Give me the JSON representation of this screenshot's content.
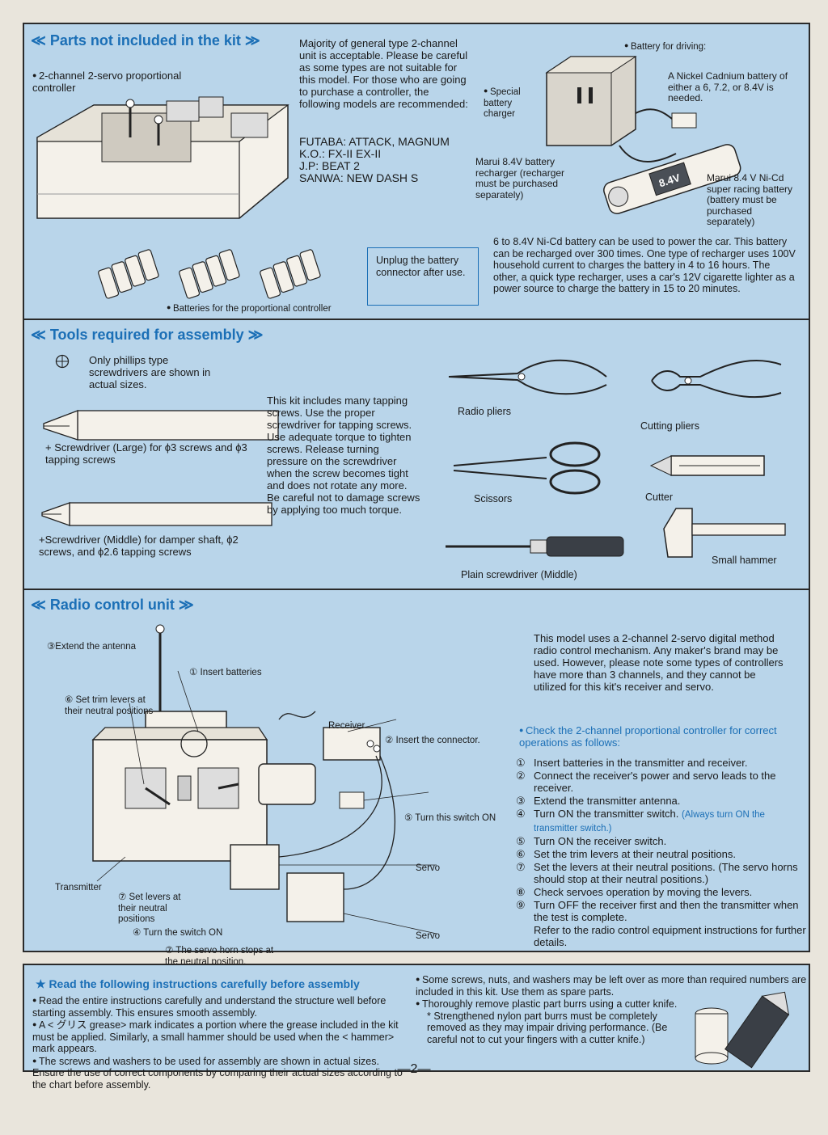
{
  "parts": {
    "heading": "≪ Parts not included in the kit ≫",
    "controller_label": "2-channel 2-servo proportional controller",
    "general_text": "Majority of general type 2-channel unit is acceptable. Please be careful as some types are not suitable for this model. For those who are going to purchase a controller, the following models are recommended:",
    "models": [
      "FUTABA: ATTACK, MAGNUM",
      "K.O.: FX-II EX-II",
      "J.P: BEAT 2",
      "SANWA: NEW DASH S"
    ],
    "charger_label": "Special battery charger",
    "battery_driving_label": "Battery for driving:",
    "nicad_text": "A Nickel Cadnium battery of either a 6, 7.2, or 8.4V is needed.",
    "recharger_text": "Marui 8.4V battery recharger (recharger must be purchased separately)",
    "racing_battery_text": "Marui 8.4 V Ni-Cd super racing battery (battery must be purchased separately)",
    "battery_label_on_pack": "8.4V",
    "unplug_note": "Unplug the battery connector after use.",
    "batteries_label": "Batteries for the proportional controller",
    "nicd_info": "6 to 8.4V Ni-Cd battery can be used to power the car. This battery can be recharged over 300 times. One type of recharger uses 100V household current to charges the battery in 4 to 16 hours. The other, a quick type recharger, uses a car's 12V cigarette lighter as a power source to charge the battery in 15 to 20 minutes."
  },
  "tools": {
    "heading": "≪ Tools required for assembly ≫",
    "phillips_note": "Only phillips type screwdrivers are shown in actual sizes.",
    "large_caption": "+ Screwdriver (Large) for ϕ3 screws and ϕ3 tapping screws",
    "middle_caption": "+Screwdriver (Middle) for damper shaft, ϕ2 screws, and ϕ2.6 tapping screws",
    "torque_text": "This kit includes many tapping screws. Use the proper screwdriver for tapping screws. Use adequate torque to tighten screws. Release turning pressure on the screwdriver when the screw becomes tight and does not rotate any more. Be careful not to damage screws by applying too much torque.",
    "radio_pliers": "Radio pliers",
    "cutting_pliers": "Cutting pliers",
    "scissors": "Scissors",
    "cutter": "Cutter",
    "plain_screwdriver": "Plain screwdriver (Middle)",
    "small_hammer": "Small hammer"
  },
  "radio": {
    "heading": "≪ Radio control unit ≫",
    "labels": {
      "extend_antenna": "③Extend the antenna",
      "insert_batteries": "① Insert batteries",
      "set_trim": "⑥ Set trim levers at their neutral positions",
      "receiver": "Receiver",
      "insert_connector": "② Insert the connector.",
      "turn_switch_on": "⑤ Turn this switch ON",
      "servo_1": "Servo",
      "servo_2": "Servo",
      "transmitter": "Transmitter",
      "set_levers": "⑦ Set levers at their neutral positions",
      "turn_the_switch": "④ Turn the switch ON",
      "servo_horn": "⑦ The servo horn stops at the neutral position."
    },
    "intro": "This model uses a 2-channel 2-servo digital method radio control mechanism. Any maker's brand may be used. However, please note some types of controllers have more than 3 channels, and they cannot be utilized for this kit's receiver and servo.",
    "check_heading": "Check the 2-channel proportional controller for correct operations as follows:",
    "steps": [
      {
        "num": "①",
        "text": "Insert batteries in the transmitter and receiver.",
        "note": ""
      },
      {
        "num": "②",
        "text": "Connect the receiver's power and servo leads to the receiver.",
        "note": ""
      },
      {
        "num": "③",
        "text": "Extend the transmitter antenna.",
        "note": ""
      },
      {
        "num": "④",
        "text": "Turn ON the transmitter switch.",
        "note": "(Always turn ON the transmitter switch.)"
      },
      {
        "num": "⑤",
        "text": "Turn ON the receiver switch.",
        "note": ""
      },
      {
        "num": "⑥",
        "text": "Set the trim levers at their neutral positions.",
        "note": ""
      },
      {
        "num": "⑦",
        "text": "Set the levers at their neutral positions. (The servo horns should stop at their neutral positions.)",
        "note": ""
      },
      {
        "num": "⑧",
        "text": "Check servoes operation by moving the levers.",
        "note": ""
      },
      {
        "num": "⑨",
        "text": "Turn OFF the receiver first and then the transmitter when the test is complete.",
        "note": ""
      }
    ],
    "refer": "Refer to the radio control equipment instructions for further details."
  },
  "notice": {
    "heading": "★ Read the following instructions carefully before assembly",
    "left_items": [
      "Read the entire instructions carefully and understand the structure well before starting assembly. This ensures smooth assembly.",
      "A < グリス grease> mark indicates a portion where the grease included in the kit must be applied. Similarly, a small hammer should be used when the < hammer> mark appears.",
      "The screws and washers to be used for assembly are shown in actual sizes. Ensure the use of correct components by comparing their actual sizes according to the chart before assembly."
    ],
    "right_items": [
      "Some screws, nuts, and washers may be left over as more than required numbers are included in this kit. Use them as spare parts.",
      "Thoroughly remove plastic part burrs using a cutter knife."
    ],
    "nylon_note": "* Strengthened nylon part burrs must be completely removed as they may impair driving performance. (Be careful not to cut your fingers with a cutter knife.)"
  },
  "page_number": "—2—"
}
